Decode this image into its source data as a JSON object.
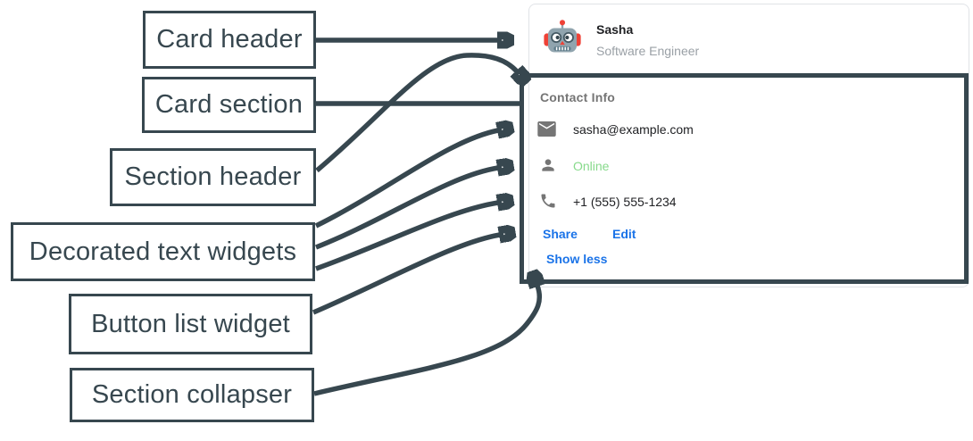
{
  "colors": {
    "slate": "#37474f",
    "link_blue": "#1a73e8",
    "online_green": "#87da8b",
    "muted_gray": "#757575",
    "dark_text": "#202124",
    "subtitle_gray": "#9aa0a6",
    "card_border": "#e0e3e7"
  },
  "labels": [
    {
      "id": "card-header",
      "text": "Card header"
    },
    {
      "id": "card-section",
      "text": "Card section"
    },
    {
      "id": "section-header",
      "text": "Section header"
    },
    {
      "id": "decorated-text-widgets",
      "text": "Decorated text widgets"
    },
    {
      "id": "button-list-widget",
      "text": "Button list widget"
    },
    {
      "id": "section-collapser",
      "text": "Section collapser"
    }
  ],
  "card": {
    "header": {
      "avatar_icon": "robot-avatar",
      "name": "Sasha",
      "subtitle": "Software Engineer"
    },
    "section": {
      "title": "Contact Info",
      "rows": [
        {
          "icon": "email-icon",
          "text": "sasha@example.com"
        },
        {
          "icon": "person-icon",
          "text": "Online"
        },
        {
          "icon": "phone-icon",
          "text": "+1 (555) 555-1234"
        }
      ],
      "buttons": [
        {
          "label": "Share"
        },
        {
          "label": "Edit"
        }
      ],
      "collapser_label": "Show less"
    }
  }
}
